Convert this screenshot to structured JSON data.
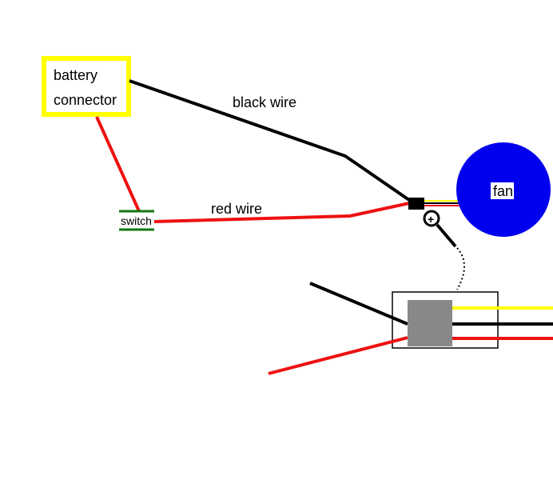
{
  "diagram": {
    "battery_connector": {
      "line1": "battery",
      "line2": "connector"
    },
    "switch_label": "switch",
    "black_wire_label": "black wire",
    "red_wire_label": "red wire",
    "fan_label": "fan",
    "plus_symbol": "+"
  },
  "colors": {
    "red": "#ee1111",
    "black": "#000000",
    "yellow": "#ffff00",
    "blue": "#0000ee",
    "green": "#117711",
    "gray": "#888888"
  }
}
